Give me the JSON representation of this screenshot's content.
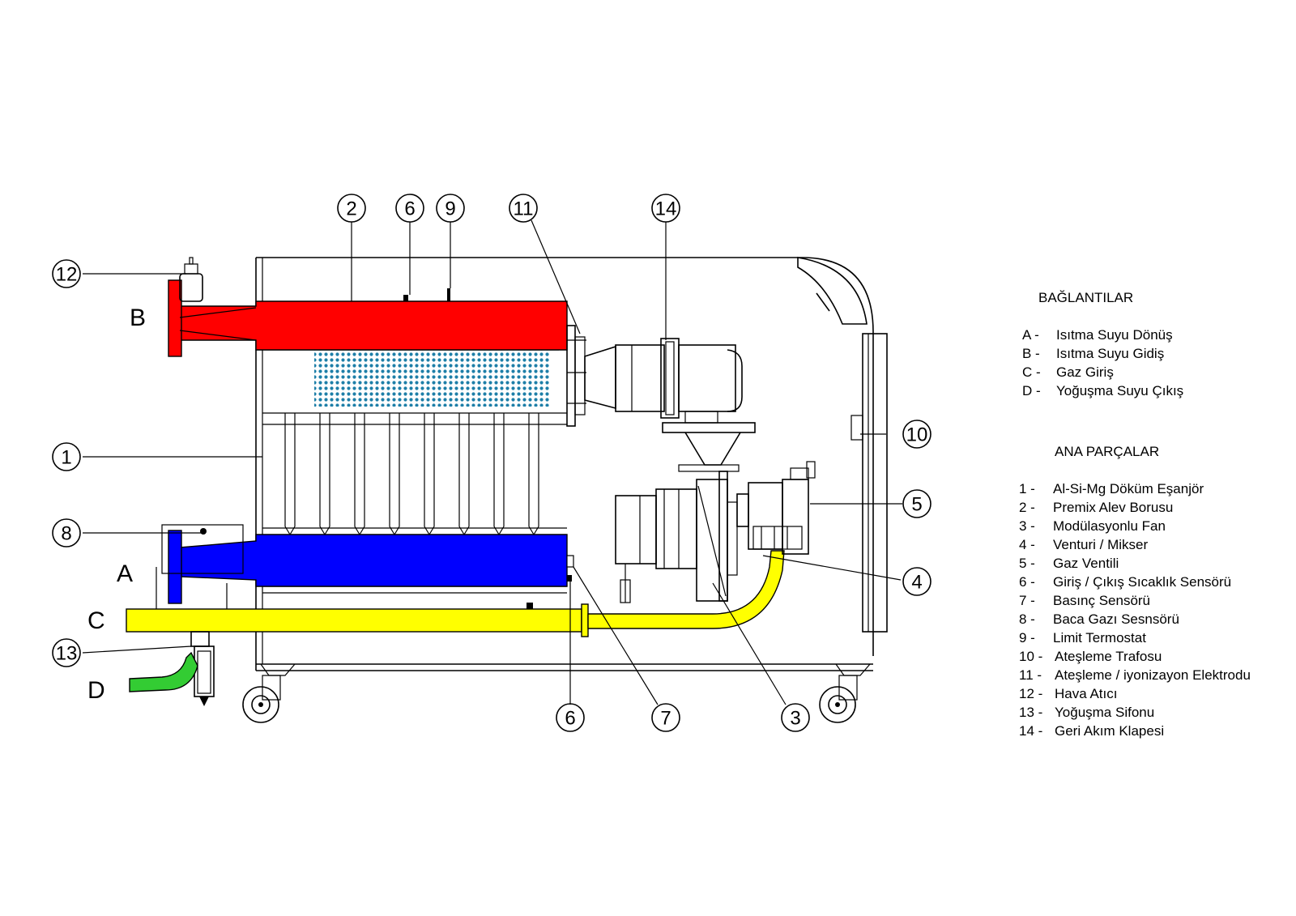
{
  "colors": {
    "supply_pipe": "#ff0000",
    "return_pipe": "#0000ff",
    "gas_pipe": "#ffff00",
    "condensate_pipe": "#33cc33",
    "burner_dots": "#1e7fa8",
    "line": "#000000"
  },
  "connection_letters": {
    "a": "A",
    "b": "B",
    "c": "C",
    "d": "D"
  },
  "callouts": {
    "n1": "1",
    "n2": "2",
    "n3": "3",
    "n4": "4",
    "n5": "5",
    "n6_top": "6",
    "n6_bottom": "6",
    "n7": "7",
    "n8": "8",
    "n9": "9",
    "n10": "10",
    "n11": "11",
    "n12": "12",
    "n13": "13",
    "n14": "14"
  },
  "connections": {
    "title": "BAĞLANTILAR",
    "items": [
      {
        "key": "A -",
        "label": "Isıtma Suyu Dönüş"
      },
      {
        "key": "B -",
        "label": "Isıtma Suyu Gidiş"
      },
      {
        "key": "C -",
        "label": "Gaz Giriş"
      },
      {
        "key": "D -",
        "label": "Yoğuşma Suyu Çıkış"
      }
    ]
  },
  "main_parts": {
    "title": "ANA PARÇALAR",
    "items": [
      {
        "key": "1 -",
        "label": "Al-Si-Mg Döküm Eşanjör"
      },
      {
        "key": "2 -",
        "label": "Premix Alev Borusu"
      },
      {
        "key": "3 -",
        "label": "Modülasyonlu Fan"
      },
      {
        "key": "4 -",
        "label": "Venturi / Mikser"
      },
      {
        "key": "5 -",
        "label": "Gaz Ventili"
      },
      {
        "key": "6 -",
        "label": "Giriş / Çıkış Sıcaklık Sensörü"
      },
      {
        "key": "7 -",
        "label": "Basınç Sensörü"
      },
      {
        "key": "8 -",
        "label": "Baca Gazı Sesnsörü"
      },
      {
        "key": "9 -",
        "label": "Limit Termostat"
      },
      {
        "key": "10 -",
        "label": "Ateşleme Trafosu"
      },
      {
        "key": "11 -",
        "label": "Ateşleme / iyonizayon Elektrodu"
      },
      {
        "key": "12 -",
        "label": "Hava Atıcı"
      },
      {
        "key": "13 -",
        "label": "Yoğuşma Sifonu"
      },
      {
        "key": "14 -",
        "label": "Geri Akım Klapesi"
      }
    ]
  }
}
